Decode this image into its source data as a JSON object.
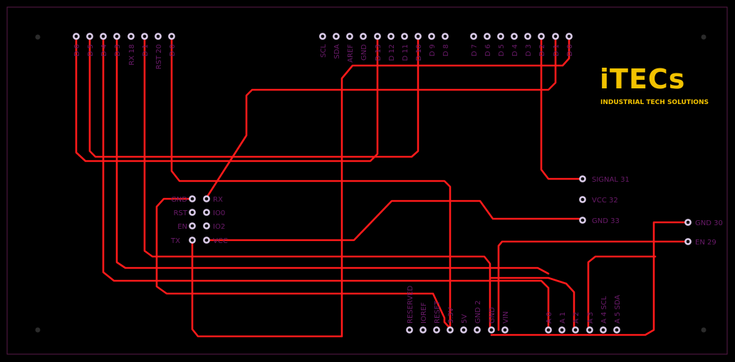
{
  "brand": {
    "logo_text": "iTECs",
    "tagline": "INDUSTRIAL TECH SOLUTIONS",
    "logo_color": "#f2c200"
  },
  "colors": {
    "board_bg": "#000000",
    "outline": "#5a1a4a",
    "trace": "#ff1a1a",
    "silk": "#6a1b6a",
    "pad": "#d8c9e6",
    "hole": "#2b2b2b"
  },
  "labels": {
    "top_left": [
      "D 6",
      "D 5",
      "D 4",
      "D 3",
      "RX 18",
      "D 1",
      "RST 20",
      "D 0"
    ],
    "top_mid": [
      "SCL",
      "SDA",
      "AREF",
      "GND",
      "D 13",
      "D 12",
      "D 11",
      "D 10",
      "D 9",
      "D 8"
    ],
    "top_right": [
      "D 7",
      "D 6",
      "D 5",
      "D 4",
      "D 3",
      "D 2",
      "D 1",
      "D 0"
    ],
    "module_left": [
      "GND",
      "RST",
      "EN",
      "TX"
    ],
    "module_right": [
      "RX",
      "IO0",
      "IO2",
      "VCC"
    ],
    "right_conn": [
      "SIGNAL 31",
      "VCC 32",
      "GND 33"
    ],
    "far_right": [
      "GND 30",
      "EN 29"
    ],
    "bottom_power": [
      "RESERVED",
      "IOREF",
      "RESET",
      "3.3V",
      "5V",
      "GND 2",
      "GND",
      "VIN"
    ],
    "bottom_analog": [
      "A 0",
      "A 1",
      "A 2",
      "A 3",
      "A 4 SCL",
      "A 5 SDA"
    ]
  }
}
